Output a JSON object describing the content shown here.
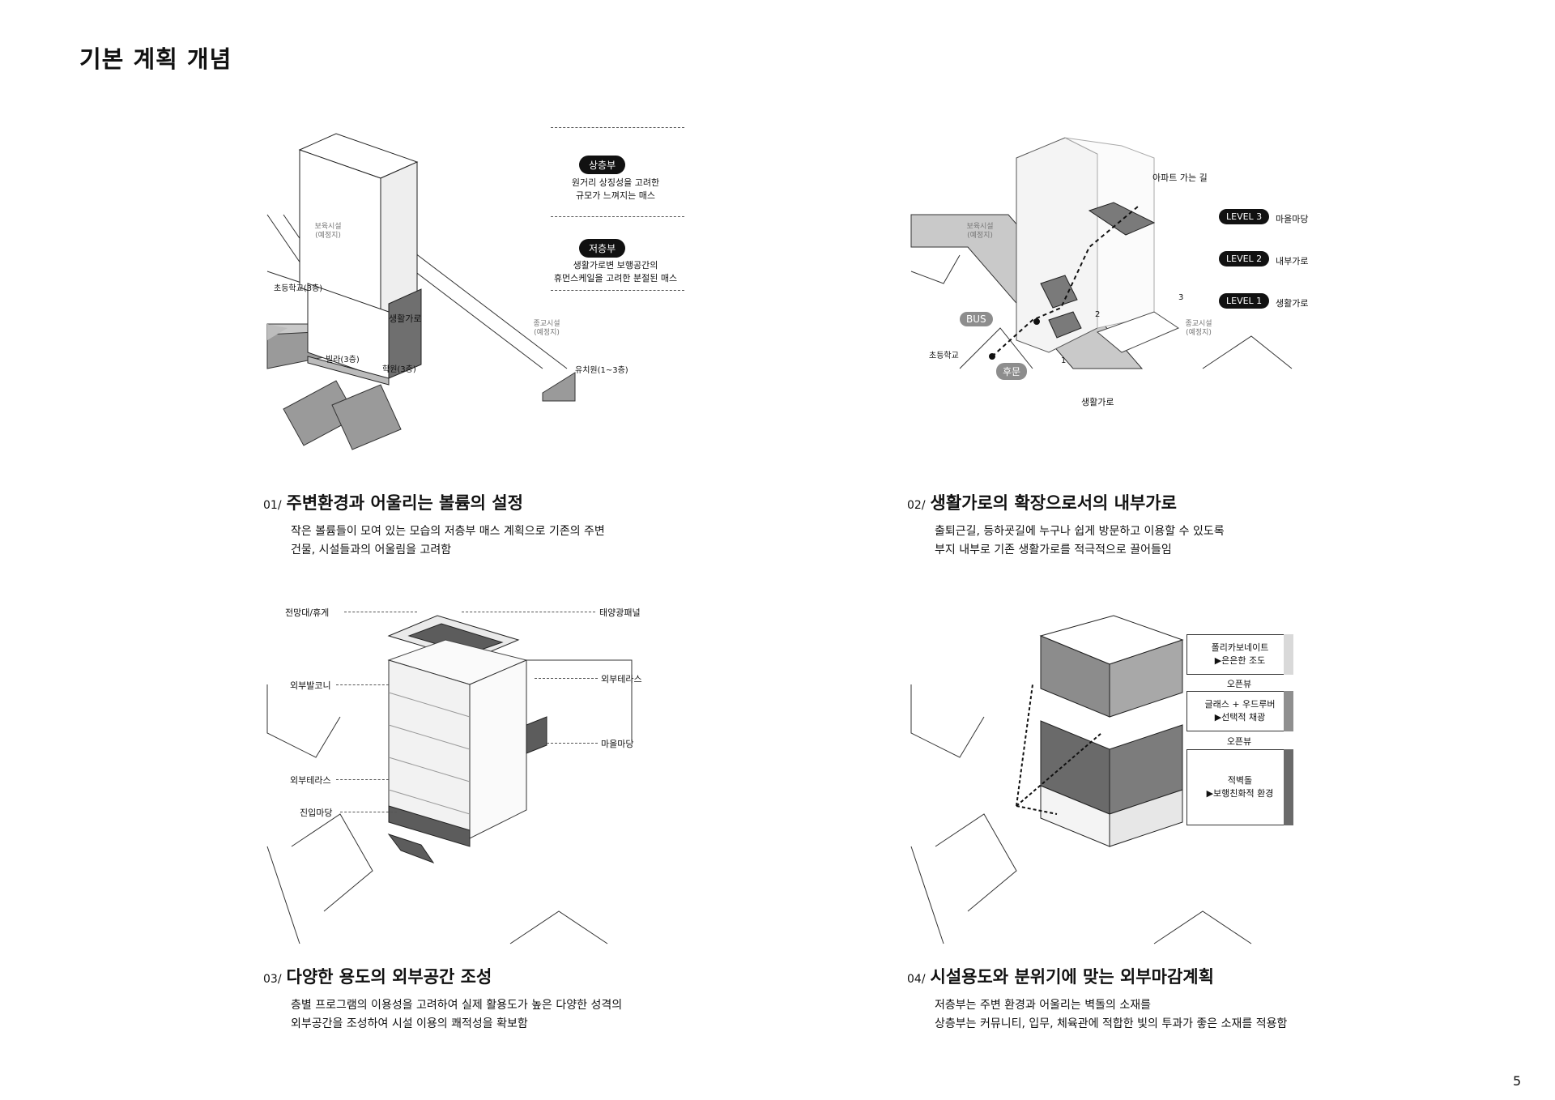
{
  "page": {
    "title": "기본 계획 개념",
    "page_number": "5"
  },
  "colors": {
    "dark": "#5f5f5f",
    "mid": "#9a9a9a",
    "light": "#c9c9c9",
    "line": "#222222"
  },
  "panels": [
    {
      "num": "01/",
      "title": "주변환경과 어울리는 볼륨의 설정",
      "body": [
        "작은 볼륨들이 모여 있는 모습의 저층부 매스 계획으로 기존의 주변",
        "건물, 시설들과의 어울림을 고려함"
      ],
      "labels": {
        "upper_pill": "상층부",
        "upper_desc": [
          "원거리 상징성을 고려한",
          "규모가 느껴지는 매스"
        ],
        "lower_pill": "저층부",
        "lower_desc": [
          "생활가로변 보행공간의",
          "휴먼스케일을 고려한 분절된 매스"
        ],
        "childcare": [
          "보육시설",
          "(예정지)"
        ],
        "religious": [
          "종교시설",
          "(예정지)"
        ],
        "elementary": "초등학교(3층)",
        "street": "생활가로",
        "villa": "빌라(3층)",
        "academy": "학원(3층)",
        "kindergarten": "유치원(1~3층)"
      }
    },
    {
      "num": "02/",
      "title": "생활가로의 확장으로서의 내부가로",
      "body": [
        "출퇴근길, 등하굣길에 누구나 쉽게 방문하고 이용할 수 있도록",
        "부지 내부로 기존 생활가로를 적극적으로 끌어들임"
      ],
      "labels": {
        "apartment_path": "아파트 가는 길",
        "levels": [
          {
            "pill": "LEVEL 3",
            "text": "마을마당"
          },
          {
            "pill": "LEVEL 2",
            "text": "내부가로"
          },
          {
            "pill": "LEVEL 1",
            "text": "생활가로"
          }
        ],
        "childcare": [
          "보육시설",
          "(예정지)"
        ],
        "religious": [
          "종교시설",
          "(예정지)"
        ],
        "bus": "BUS",
        "elementary": "초등학교",
        "back_gate": "후문",
        "street": "생활가로",
        "n1": "1",
        "n2": "2",
        "n3": "3"
      }
    },
    {
      "num": "03/",
      "title": "다양한 용도의 외부공간 조성",
      "body": [
        "층별 프로그램의 이용성을 고려하여 실제 활용도가 높은 다양한 성격의",
        "외부공간을 조성하여 시설 이용의 쾌적성을 확보함"
      ],
      "labels": {
        "observation": "전망대/휴게",
        "solar": "태양광패널",
        "balcony": "외부발코니",
        "terrace_r": "외부테라스",
        "village_yard": "마을마당",
        "terrace_l": "외부테라스",
        "entrance_yard": "진입마당"
      }
    },
    {
      "num": "04/",
      "title": "시설용도와 분위기에 맞는 외부마감계획",
      "body": [
        "저층부는 주변 환경과 어울리는 벽돌의 소재를",
        "상층부는 커뮤니티, 입무, 체육관에 적합한 빛의 투과가 좋은 소재를 적용함"
      ],
      "labels": {
        "poly": [
          "폴리카보네이트",
          "▶은은한 조도"
        ],
        "open1": "오픈뷰",
        "glass": [
          "글래스 + 우드루버",
          "▶선택적 채광"
        ],
        "open2": "오픈뷰",
        "brick": [
          "적벽돌",
          "▶보행친화적 환경"
        ]
      }
    }
  ]
}
